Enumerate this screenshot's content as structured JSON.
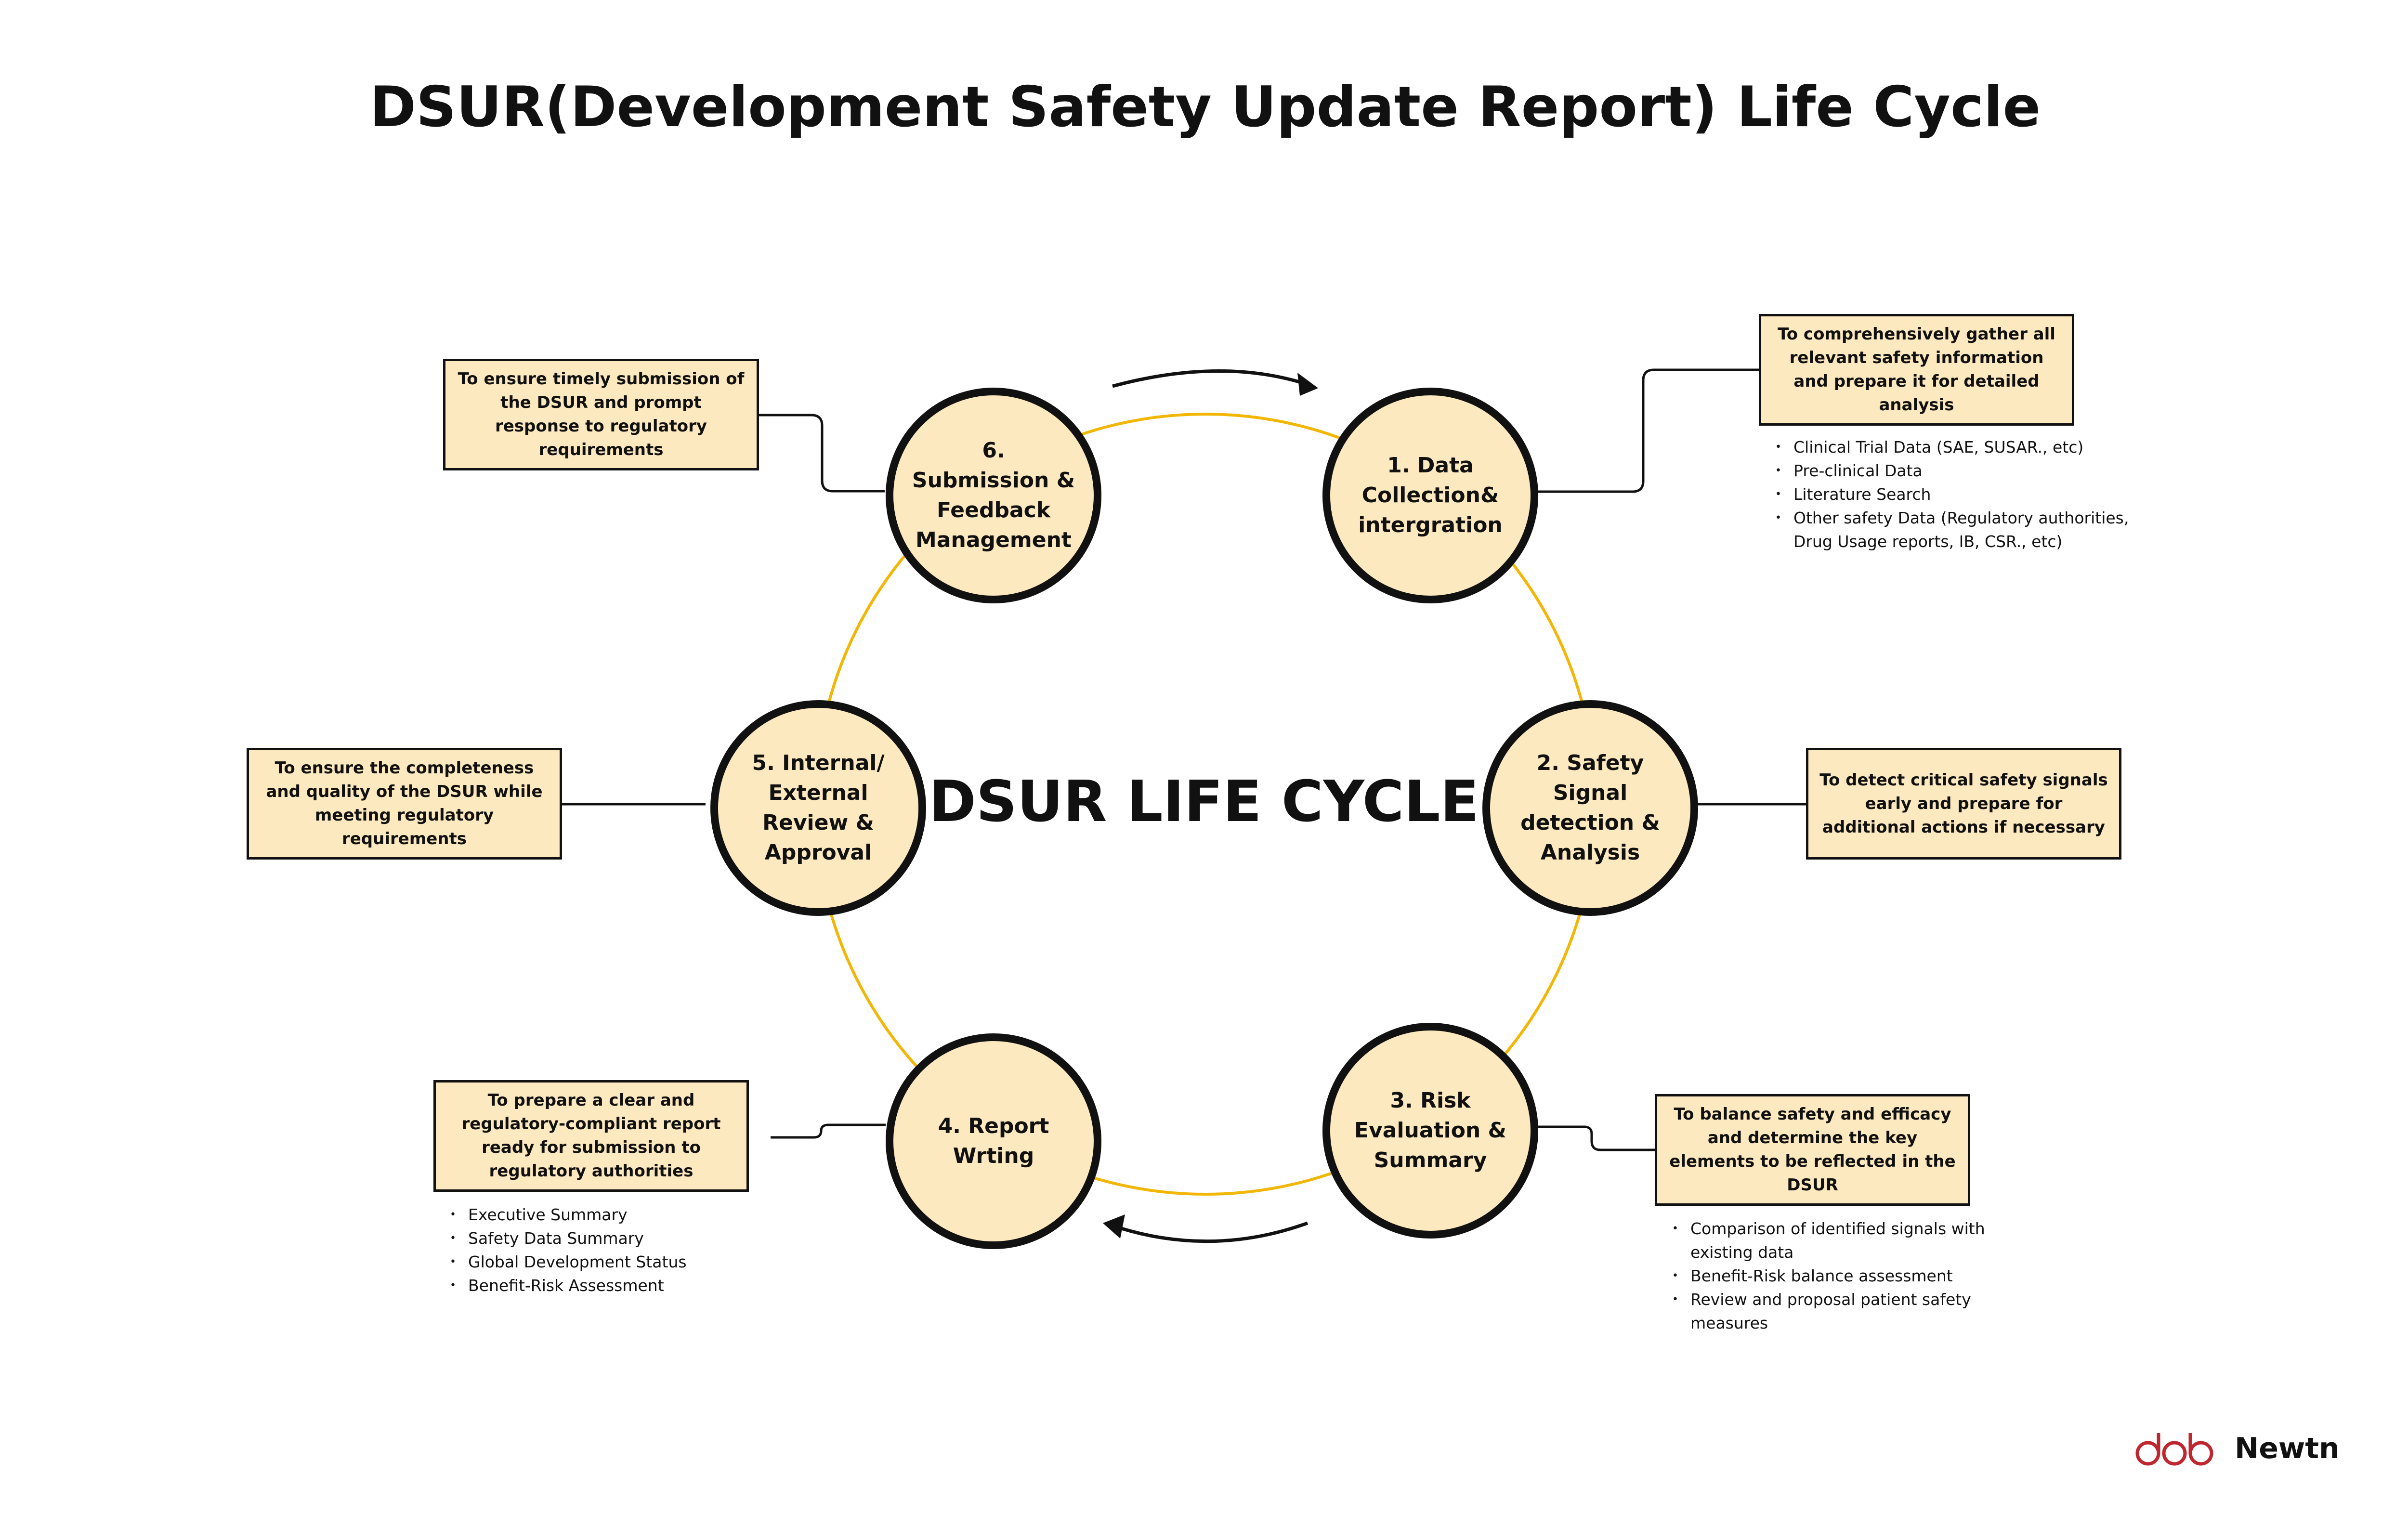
{
  "title": "DSUR(Development Safety Update Report) Life Cycle",
  "center_label": "DSUR LIFE CYCLE",
  "colors": {
    "node_fill": "#FDE9C0",
    "box_fill": "#FDE9C0",
    "ring": "#F2B705",
    "outline": "#111111",
    "logo_red": "#C0262D"
  },
  "steps": [
    {
      "label": "1. Data Collection& intergration",
      "description": "To comprehensively gather all relevant safety information and prepare it for detailed analysis",
      "bullets": [
        "Clinical Trial Data (SAE, SUSAR., etc)",
        "Pre-clinical Data",
        "Literature Search",
        "Other safety Data (Regulatory authorities, Drug Usage reports, IB, CSR., etc)"
      ]
    },
    {
      "label": "2. Safety Signal detection & Analysis",
      "description": "To detect critical safety signals early and prepare for additional actions if necessary",
      "bullets": []
    },
    {
      "label": "3. Risk Evaluation & Summary",
      "description": "To balance safety and efficacy and determine the key elements to be reflected in the DSUR",
      "bullets": [
        "Comparison of identified signals with existing data",
        "Benefit-Risk balance assessment",
        "Review and proposal patient safety measures"
      ]
    },
    {
      "label": "4. Report Wrting",
      "description": "To prepare a clear and regulatory-compliant report ready for submission to regulatory authorities",
      "bullets": [
        "Executive Summary",
        "Safety Data Summary",
        "Global Development Status",
        "Benefit-Risk Assessment"
      ]
    },
    {
      "label": "5. Internal/ External Review & Approval",
      "description": "To ensure the completeness and quality of the DSUR while meeting regulatory requirements",
      "bullets": []
    },
    {
      "label": "6. Submission & Feedback Management",
      "description": "To ensure timely submission of the DSUR and prompt response to regulatory requirements",
      "bullets": []
    }
  ],
  "logo": {
    "icon": "newtn-logo-icon",
    "text": "Newtn"
  }
}
